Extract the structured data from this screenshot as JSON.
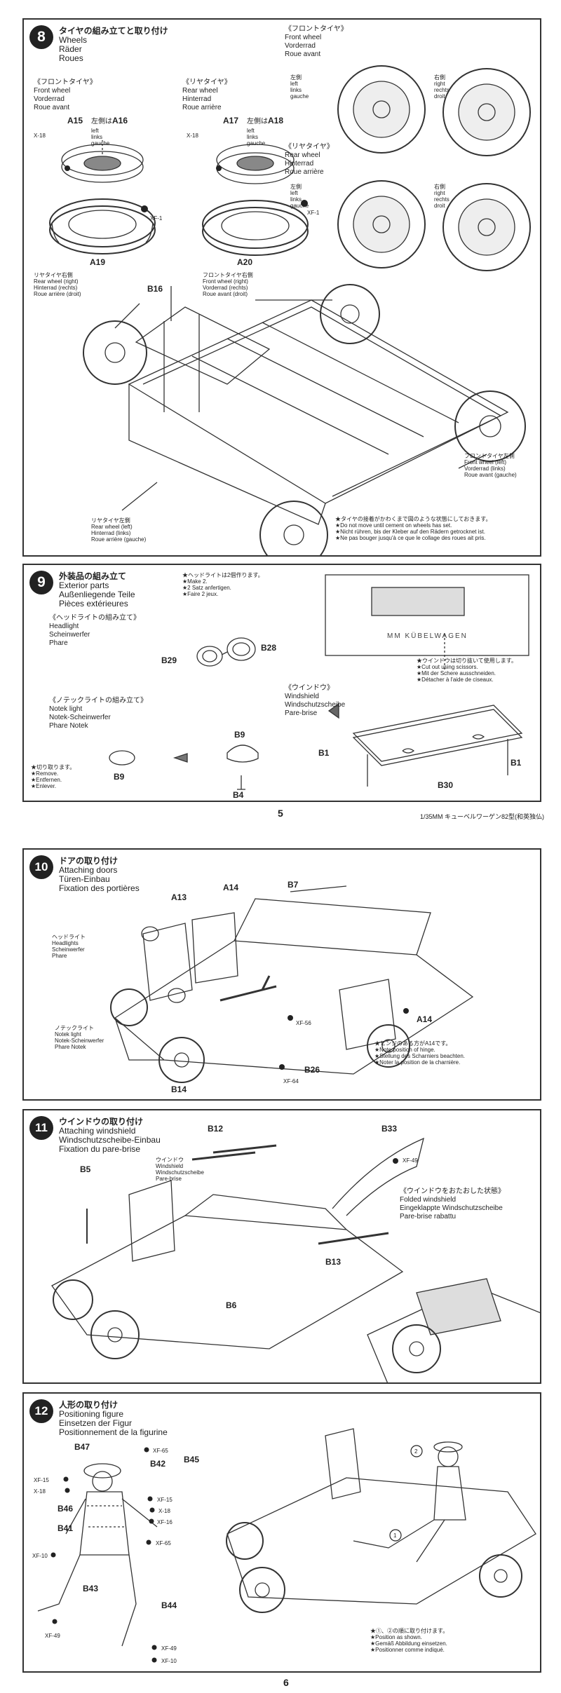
{
  "page1": {
    "page_number": "5",
    "footer": "1/35MM キューベルワーゲン82型(和英独仏)",
    "step8": {
      "number": "8",
      "title": [
        "タイヤの組み立てと取り付け",
        "Wheels",
        "Räder",
        "Roues"
      ],
      "front_wheel_label": [
        "《フロントタイヤ》",
        "Front wheel",
        "Vorderrad",
        "Roue avant"
      ],
      "rear_wheel_label": [
        "《リヤタイヤ》",
        "Rear wheel",
        "Hinterrad",
        "Roue arrière"
      ],
      "front_assembly": {
        "part_top": "A15",
        "left_text": "左側は",
        "left_part": "A16",
        "left_langs": [
          "left",
          "links",
          "gauche"
        ],
        "x": "X-18",
        "xf": "XF-1",
        "part_bottom": "A19"
      },
      "rear_assembly": {
        "part_top": "A17",
        "left_text": "左側は",
        "left_part": "A18",
        "left_langs": [
          "left",
          "links",
          "gauche"
        ],
        "x": "X-18",
        "xf": "XF-1",
        "part_bottom": "A20"
      },
      "paint_front": {
        "title": [
          "《フロントタイヤ》",
          "Front wheel",
          "Vorderrad",
          "Roue avant"
        ],
        "left": [
          "左側",
          "left",
          "links",
          "gauche"
        ],
        "right": [
          "右側",
          "right",
          "rechts",
          "droit"
        ]
      },
      "paint_rear": {
        "title": [
          "《リヤタイヤ》",
          "Rear wheel",
          "Hinterrad",
          "Roue arrière"
        ],
        "left": [
          "左側",
          "left",
          "links",
          "gauche"
        ],
        "right": [
          "右側",
          "right",
          "rechts",
          "droit"
        ]
      },
      "rear_right": [
        "リヤタイヤ右側",
        "Rear wheel (right)",
        "Hinterrad (rechts)",
        "Roue arrière (droit)"
      ],
      "front_right": [
        "フロントタイヤ右側",
        "Front wheel (right)",
        "Vorderrad (rechts)",
        "Roue avant (droit)"
      ],
      "front_left": [
        "フロントタイヤ左側",
        "Front wheel (left)",
        "Vorderrad (links)",
        "Roue avant (gauche)"
      ],
      "rear_left": [
        "リヤタイヤ左側",
        "Rear wheel (left)",
        "Hinterrad (links)",
        "Roue arrière (gauche)"
      ],
      "chassis_part": "B16",
      "note": [
        "★タイヤの接着がかわくまで図のような状態にしておきます。",
        "★Do not move until cement on wheels has set.",
        "★Nicht rühren, bis der Kleber auf den Rädern getrocknet ist.",
        "★Ne pas bouger jusqu'à ce que le collage des roues ait pris."
      ]
    },
    "step9": {
      "number": "9",
      "title": [
        "外装品の組み立て",
        "Exterior parts",
        "Außenliegende Teile",
        "Pièces extérieures"
      ],
      "make_two": [
        "★ヘッドライトは2個作ります。",
        "★Make 2.",
        "★2 Satz anfertigen.",
        "★Faire 2 jeux."
      ],
      "headlight": [
        "《ヘッドライトの組み立て》",
        "Headlight",
        "Scheinwerfer",
        "Phare"
      ],
      "parts_headlight": [
        "B29",
        "B28"
      ],
      "notek": [
        "《ノテックライトの組み立て》",
        "Notek light",
        "Notek-Scheinwerfer",
        "Phare Notek"
      ],
      "parts_notek": [
        "B9",
        "B9",
        "B4"
      ],
      "remove": [
        "★切り取ります。",
        "★Remove.",
        "★Entfernen.",
        "★Enlever."
      ],
      "nameplate": "MM KÜBELWAGEN",
      "cut_note": [
        "★ウインドウは切り抜いて使用します。",
        "★Cut out using scissors.",
        "★Mit der Schere ausschneiden.",
        "★Détacher à l'aide de ciseaux."
      ],
      "window": [
        "《ウインドウ》",
        "Windshield",
        "Windschutzscheibe",
        "Pare-brise"
      ],
      "parts_window": [
        "B1",
        "B1",
        "B30"
      ]
    }
  },
  "page2": {
    "page_number": "6",
    "step10": {
      "number": "10",
      "title": [
        "ドアの取り付け",
        "Attaching doors",
        "Türen-Einbau",
        "Fixation des portières"
      ],
      "parts": [
        "A13",
        "A14",
        "B7",
        "A14",
        "B26",
        "B14"
      ],
      "paints": [
        "XF-56",
        "XF-64"
      ],
      "headlight": [
        "ヘッドライト",
        "Headlights",
        "Scheinwerfer",
        "Phare"
      ],
      "notek": [
        "ノテックライト",
        "Notek light",
        "Notek-Scheinwerfer",
        "Phare Notek"
      ],
      "hinge_note": [
        "★ヒンジのある方がA14です。",
        "★Note position of hinge.",
        "★Stellung des Scharniers beachten.",
        "★Noter la position de la charnière."
      ]
    },
    "step11": {
      "number": "11",
      "title": [
        "ウインドウの取り付け",
        "Attaching windshield",
        "Windschutzscheibe-Einbau",
        "Fixation du pare-brise"
      ],
      "parts": [
        "B12",
        "B33",
        "B5",
        "B13",
        "B6"
      ],
      "paint": "XF-49",
      "windshield": [
        "ウインドウ",
        "Windshield",
        "Windschutzscheibe",
        "Pare-brise"
      ],
      "folded": [
        "《ウインドウをおたおした状態》",
        "Folded windshield",
        "Eingeklappte Windschutzscheibe",
        "Pare-brise rabattu"
      ]
    },
    "step12": {
      "number": "12",
      "title": [
        "人形の取り付け",
        "Positioning figure",
        "Einsetzen der Figur",
        "Positionnement de la figurine"
      ],
      "parts": [
        "B47",
        "B42",
        "B45",
        "B46",
        "B41",
        "B43",
        "B44"
      ],
      "paints_left": [
        "XF-15",
        "X-18",
        "XF-10",
        "XF-49"
      ],
      "paints_right": [
        "XF-65",
        "XF-15",
        "X-18",
        "XF-16",
        "XF-65",
        "XF-49",
        "XF-10"
      ],
      "markers": [
        "1",
        "2"
      ],
      "note": [
        "★①、②の順に取り付けます。",
        "★Position as shown.",
        "★Gemäß Abbildung einsetzen.",
        "★Positionner comme indiqué."
      ]
    }
  }
}
